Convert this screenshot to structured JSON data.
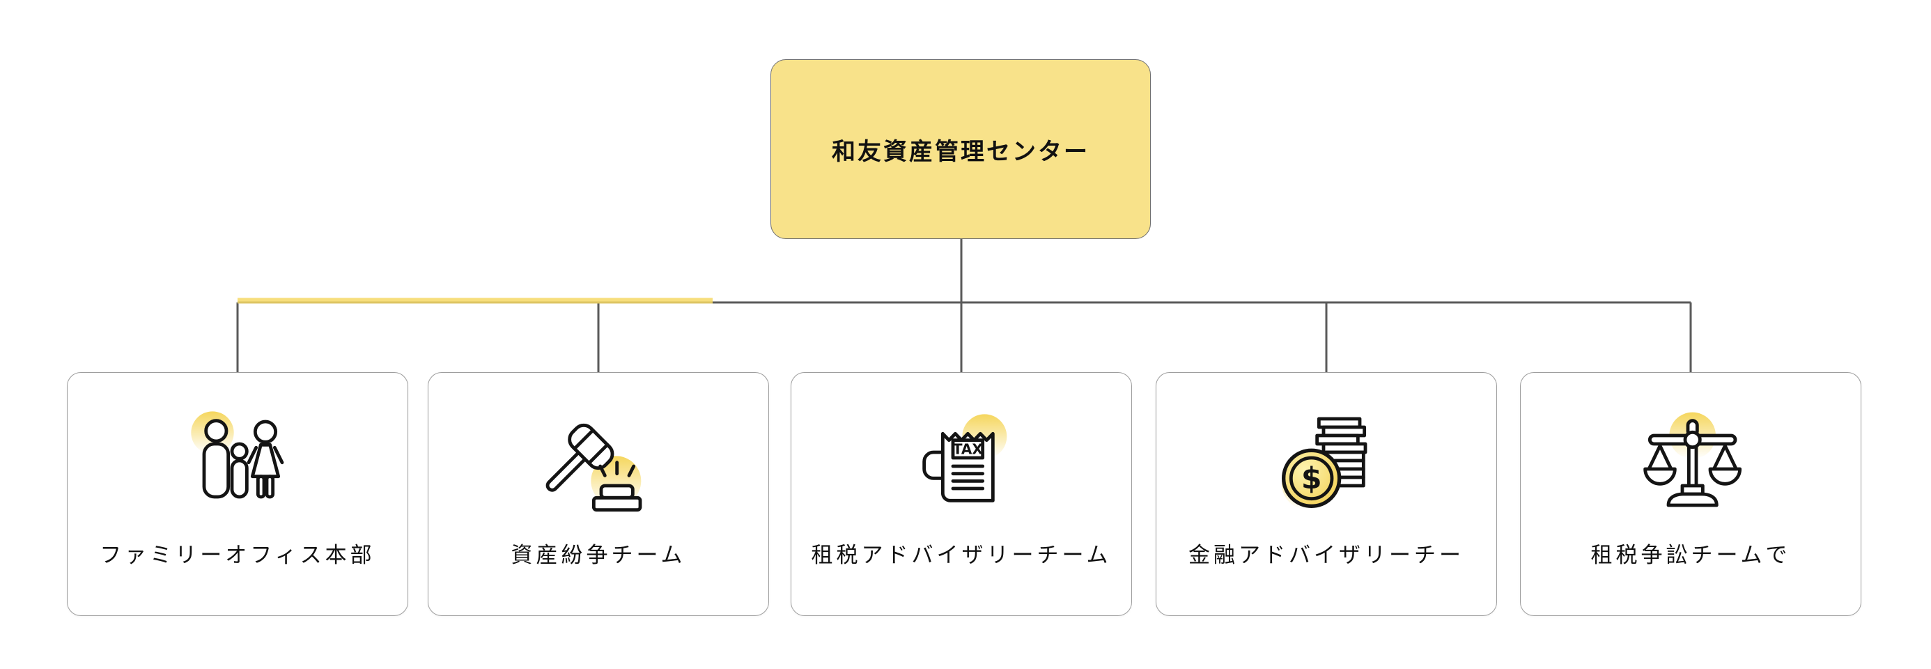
{
  "diagram": {
    "title_node": {
      "label": "和友資産管理センター"
    },
    "teams": [
      {
        "label": "ファミリーオフィス本部",
        "icon": "family-icon"
      },
      {
        "label": "資産紛争チーム",
        "icon": "gavel-icon"
      },
      {
        "label": "租税アドバイザリーチーム",
        "icon": "tax-receipt-icon"
      },
      {
        "label": "金融アドバイザリーチー",
        "icon": "coins-icon"
      },
      {
        "label": "租税争訟チームで",
        "icon": "scales-icon"
      }
    ],
    "icon_texts": {
      "tax": "TAX",
      "dollar": "$"
    },
    "colors": {
      "root_fill": "#F8E28A",
      "root_border": "#6F6F6F",
      "connector_line": "#5A5A5A",
      "edge_highlight": "#F6D865",
      "card_border": "#9E9E9E",
      "glow_yellow": "#F5D65D",
      "coin_fill": "#F3CE4E",
      "text": "#111111",
      "background": "#FFFFFF"
    }
  }
}
